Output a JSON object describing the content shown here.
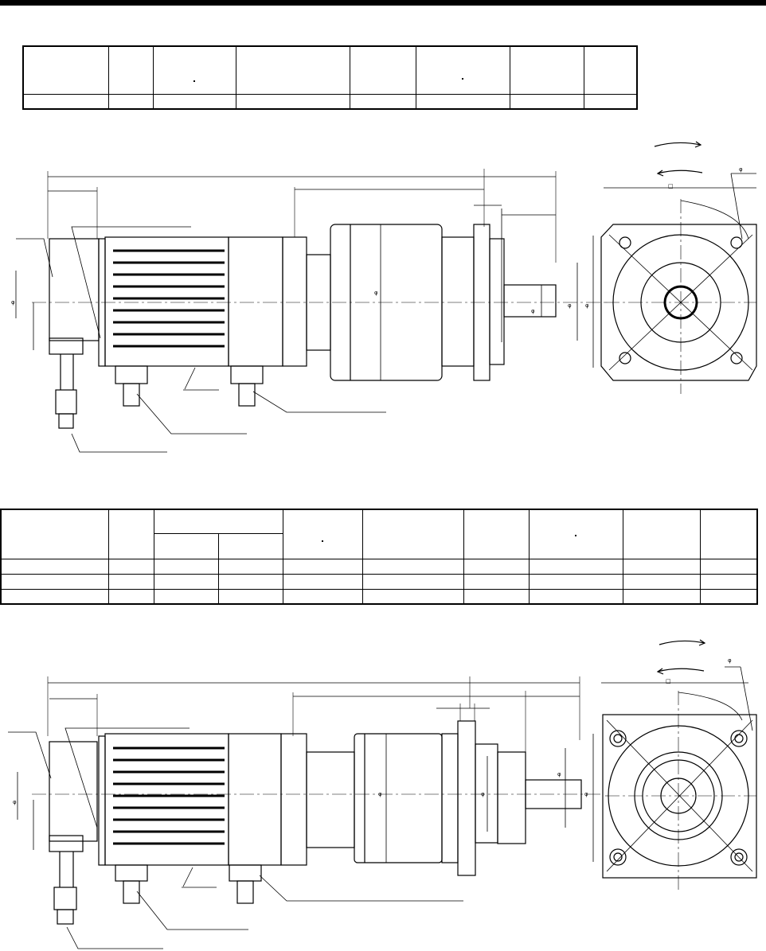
{
  "page": {
    "title_bar": ""
  },
  "table1": {
    "columns": 8,
    "header_row": [
      "",
      "",
      "",
      "",
      "",
      "",
      "",
      ""
    ],
    "data_rows": [
      [
        "",
        "",
        "",
        "",
        "",
        "",
        "",
        ""
      ]
    ]
  },
  "table2": {
    "columns": 10,
    "header_row": [
      "",
      "",
      "",
      "",
      "",
      "",
      "",
      "",
      "",
      ""
    ],
    "data_rows": [
      [
        "",
        "",
        "",
        "",
        "",
        "",
        "",
        "",
        "",
        ""
      ],
      [
        "",
        "",
        "",
        "",
        "",
        "",
        "",
        "",
        "",
        ""
      ],
      [
        "",
        "",
        "",
        "",
        "",
        "",
        "",
        "",
        "",
        ""
      ]
    ]
  },
  "drawing1": {
    "symbols": {
      "diameter": "φ",
      "square": "□",
      "diameter_small": "φ"
    }
  },
  "drawing2": {
    "symbols": {
      "diameter": "φ",
      "square": "□",
      "diameter_small": "φ"
    }
  }
}
